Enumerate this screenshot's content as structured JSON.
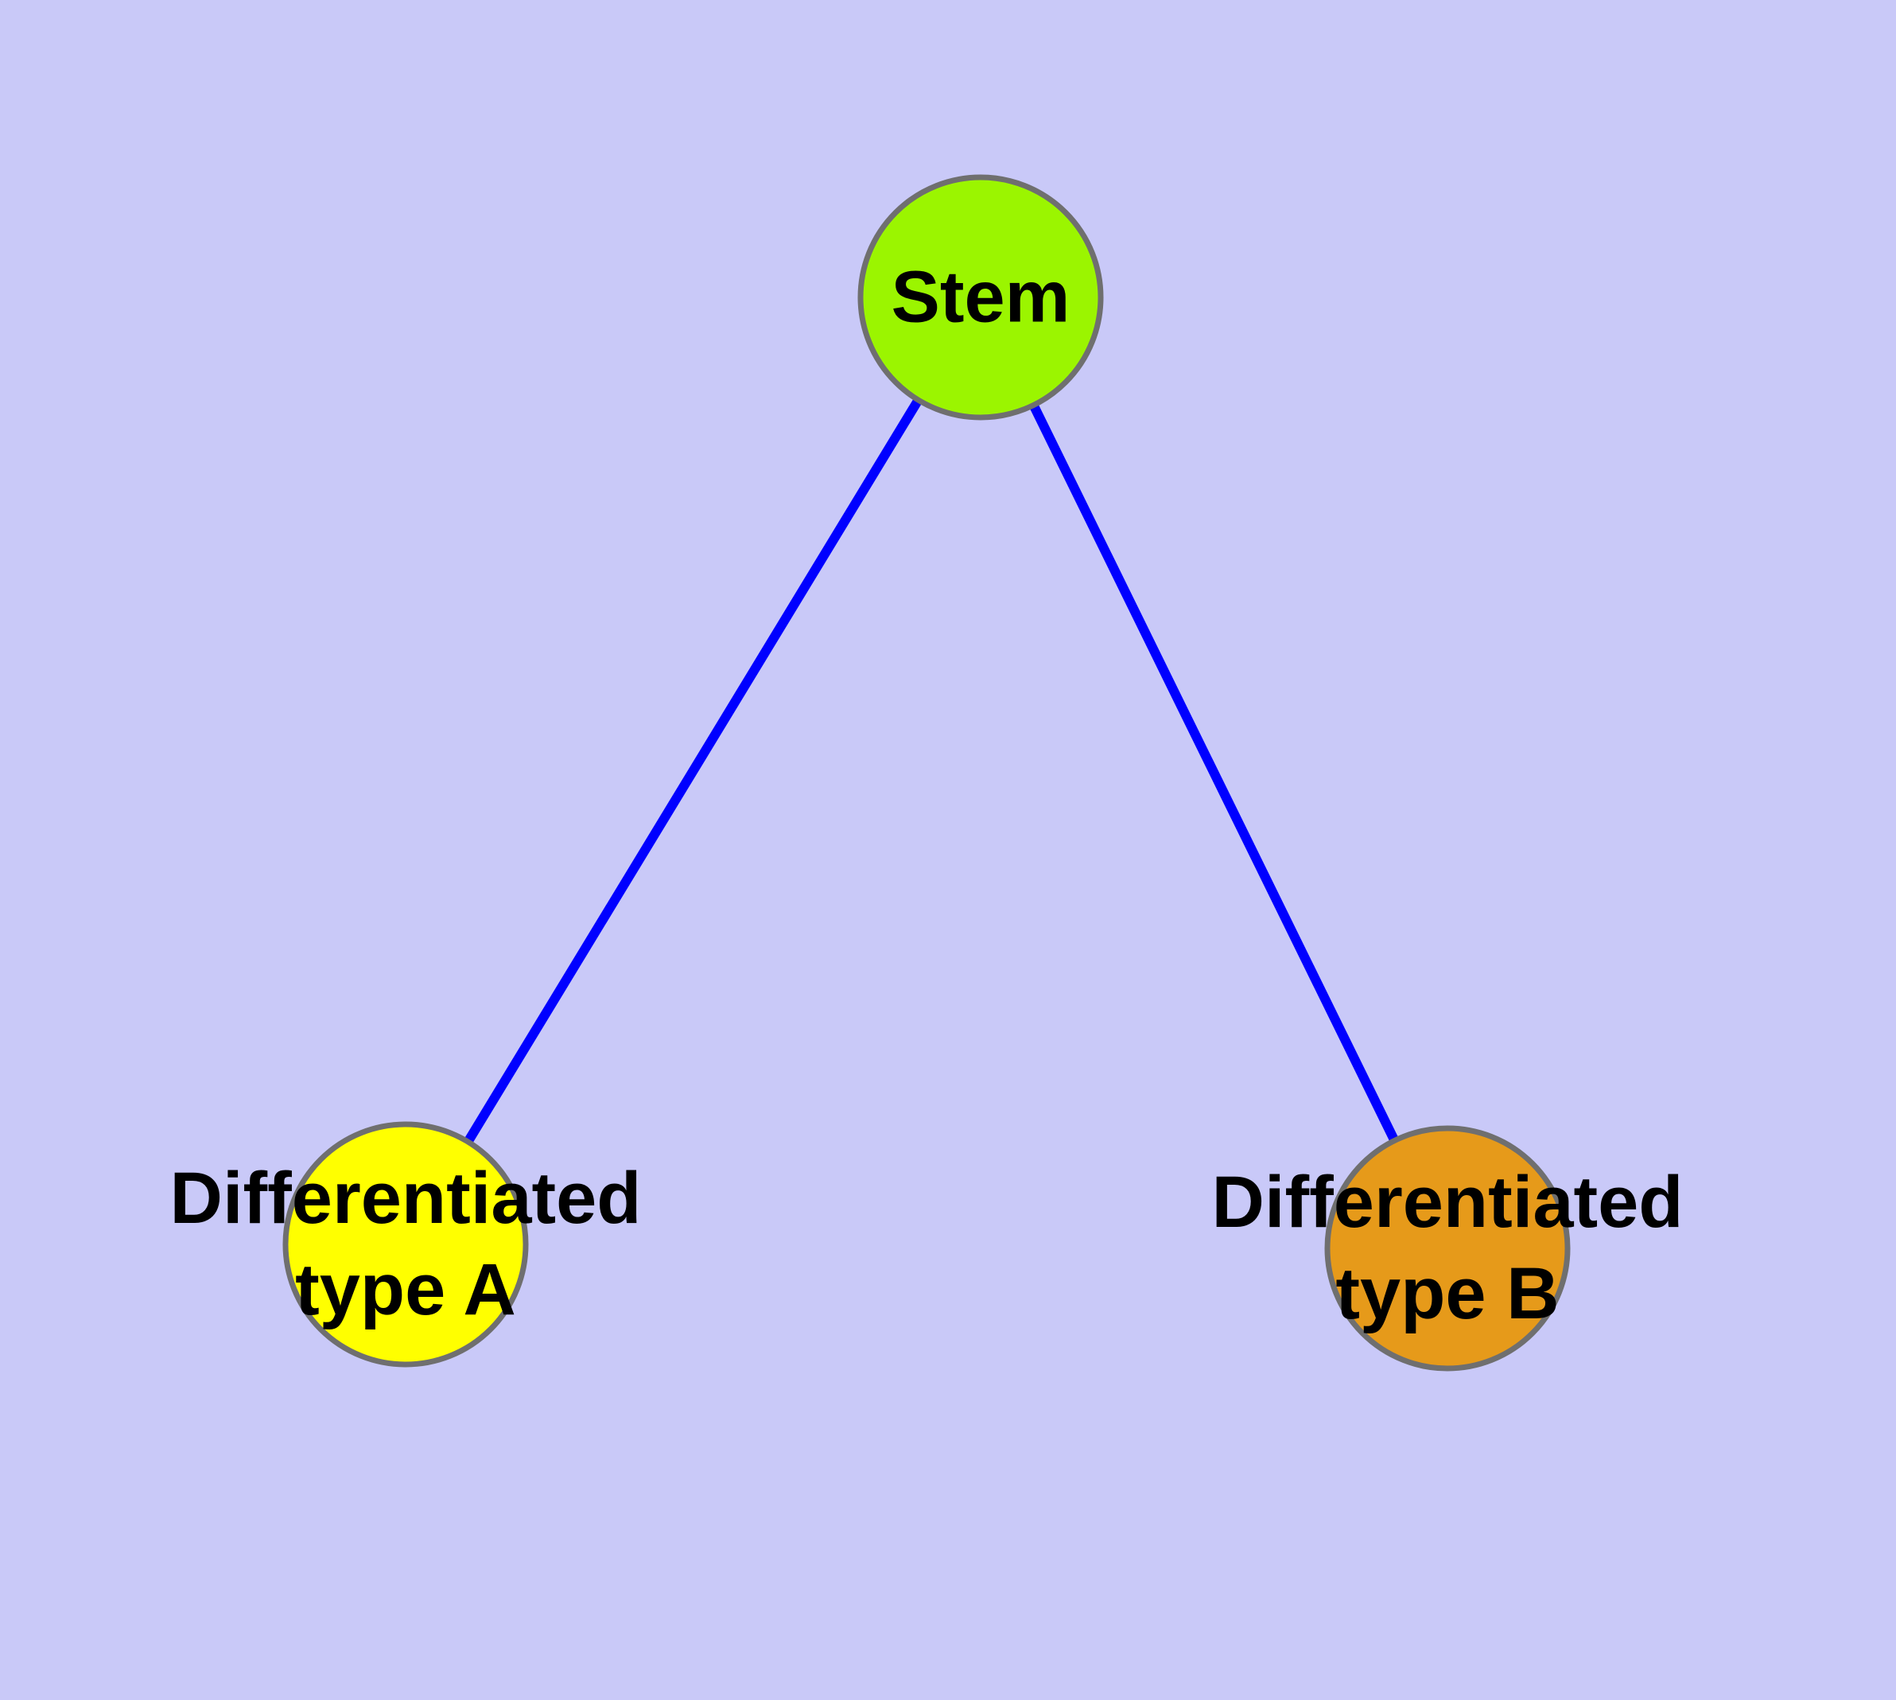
{
  "diagram": {
    "type": "node-link-graph",
    "nodes": [
      {
        "id": "stem",
        "label": "Stem",
        "fill": "#9BF500"
      },
      {
        "id": "differentiated-type-a",
        "label": "Differentiated\ntype A",
        "fill": "#FFFF00"
      },
      {
        "id": "differentiated-type-b",
        "label": "Differentiated\ntype B",
        "fill": "#E69A1A"
      }
    ],
    "edges": [
      {
        "from": "stem",
        "to": "differentiated-type-a"
      },
      {
        "from": "stem",
        "to": "differentiated-type-b"
      }
    ]
  },
  "colors": {
    "background": "#C9C9F8",
    "edge": "#0000FF",
    "node_border": "#6F6F6F",
    "label_text": "#000000"
  }
}
